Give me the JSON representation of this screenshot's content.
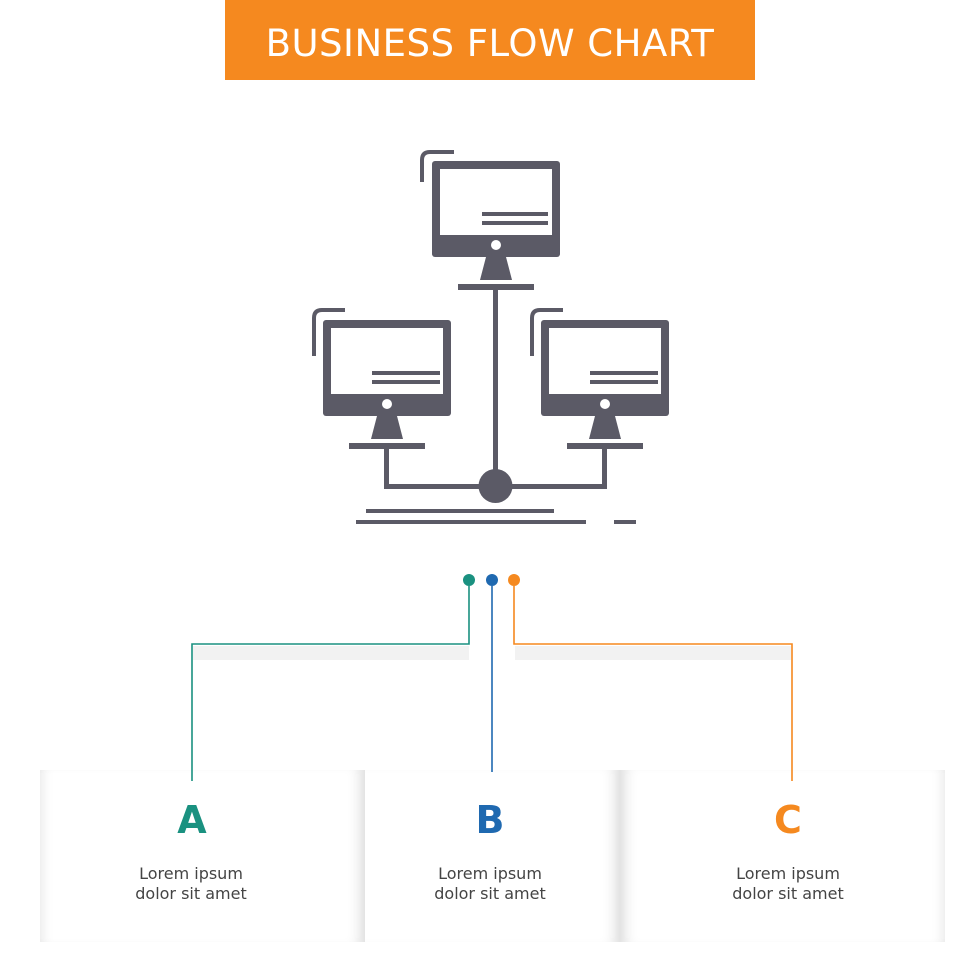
{
  "banner": {
    "title": "BUSINESS FLOW CHART"
  },
  "colors": {
    "banner": "#f5891f",
    "icon": "#5b5a66",
    "step_a": "#1a9180",
    "step_b": "#1f69b0",
    "step_c": "#f5891f",
    "text": "#444444"
  },
  "main_icon": "network-computers-icon",
  "steps": [
    {
      "letter": "A",
      "line1": "Lorem ipsum",
      "line2": "dolor sit amet"
    },
    {
      "letter": "B",
      "line1": "Lorem ipsum",
      "line2": "dolor sit amet"
    },
    {
      "letter": "C",
      "line1": "Lorem ipsum",
      "line2": "dolor sit amet"
    }
  ]
}
